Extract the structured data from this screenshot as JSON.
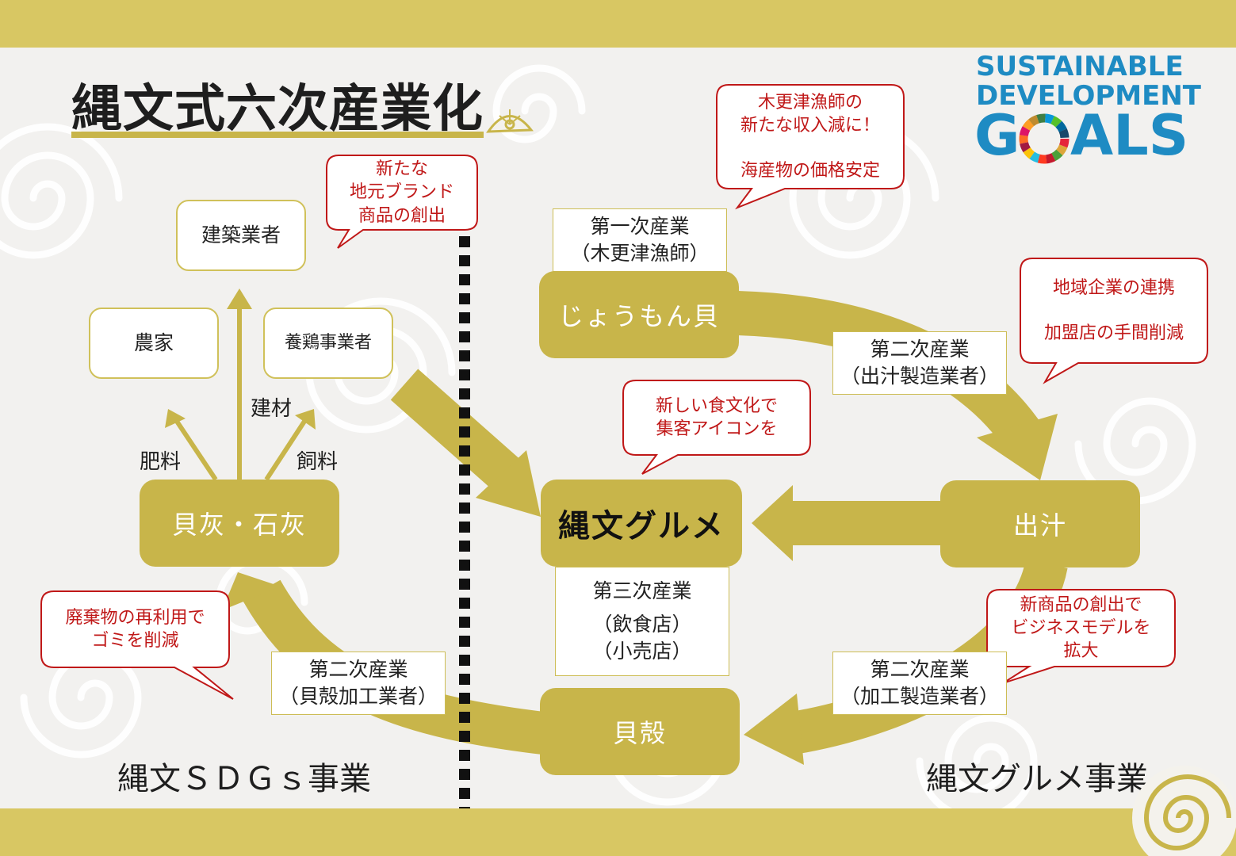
{
  "title": "縄文式六次産業化",
  "sdgs": {
    "line1": "SUSTAINABLE",
    "line2": "DEVELOPMENT",
    "goals_g": "G",
    "goals_rest": "ALS"
  },
  "left_section": {
    "label": "縄文ＳＤＧｓ事業",
    "kenchiku": "建築業者",
    "noka": "農家",
    "yokei": "養鶏事業者",
    "kenzai": "建材",
    "hiryo": "肥料",
    "shiryo": "飼料",
    "kaibai": "貝灰・石灰",
    "kako_line1": "第二次産業",
    "kako_line2": "（貝殻加工業者）"
  },
  "right_section": {
    "label": "縄文グルメ事業",
    "daiichi_line1": "第一次産業",
    "daiichi_line2": "（木更津漁師）",
    "jomon_kai": "じょうもん貝",
    "dashi_mfr_line1": "第二次産業",
    "dashi_mfr_line2": "（出汁製造業者）",
    "dashi": "出汁",
    "jomon_gourmet": "縄文グルメ",
    "daisan_line1": "第三次産業",
    "daisan_line2": "（飲食店）",
    "daisan_line3": "（小売店）",
    "kakou_line1": "第二次産業",
    "kakou_line2": "（加工製造業者）",
    "kaigara": "貝殻"
  },
  "callouts": {
    "fisher": [
      "木更津漁師の",
      "新たな収入減に！",
      "",
      "海産物の価格安定"
    ],
    "brand": [
      "新たな",
      "地元ブランド",
      "商品の創出"
    ],
    "renkei": [
      "地域企業の連携",
      "",
      "加盟店の手間削減"
    ],
    "food": [
      "新しい食文化で",
      "集客アイコンを"
    ],
    "waste": [
      "廃棄物の再利用で",
      "ゴミを削減"
    ],
    "business": [
      "新商品の創出で",
      "ビジネスモデルを",
      "拡大"
    ]
  },
  "colors": {
    "gold": "#c8b54a",
    "band": "#d8c763",
    "callout_red": "#c01818",
    "sdg_blue": "#1e8bc3"
  }
}
